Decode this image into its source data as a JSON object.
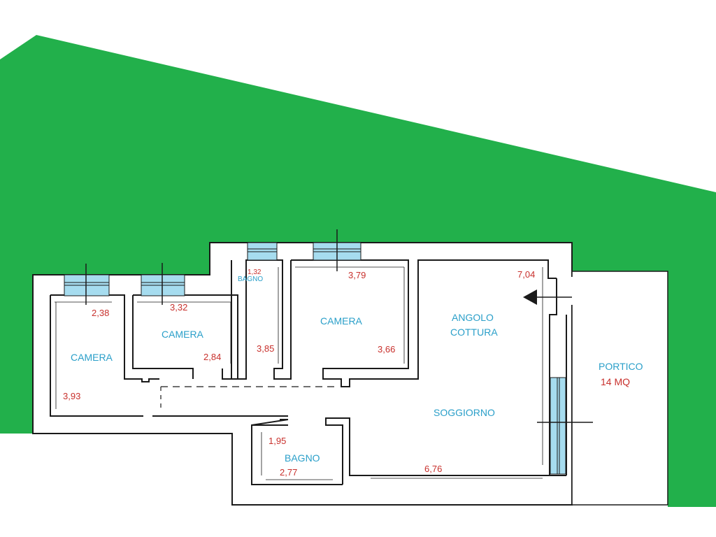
{
  "colors": {
    "garden": "#22b04b",
    "wall": "#1a1a1a",
    "window": "#a6dcef",
    "room_label": "#2a9fc9",
    "dimension": "#c8302c"
  },
  "rooms": {
    "camera_left": "CAMERA",
    "camera_mid": "CAMERA",
    "bagno_small": "BAGNO",
    "camera_right": "CAMERA",
    "angolo_cottura_1": "ANGOLO",
    "angolo_cottura_2": "COTTURA",
    "soggiorno": "SOGGIORNO",
    "bagno": "BAGNO",
    "portico_1": "PORTICO",
    "portico_2": "14 MQ"
  },
  "dimensions": {
    "camera_left_w": "2,38",
    "camera_left_h": "3,93",
    "camera_mid_w": "3,32",
    "camera_mid_h": "2,84",
    "bagno_small_w": "1,32",
    "bagno_small_h": "3,85",
    "camera_right_w": "3,79",
    "camera_right_h": "3,66",
    "soggiorno_h": "7,04",
    "soggiorno_w": "6,76",
    "bagno_h": "1,95",
    "bagno_w": "2,77"
  },
  "icons": {
    "entrance": "entrance-arrow-icon"
  }
}
